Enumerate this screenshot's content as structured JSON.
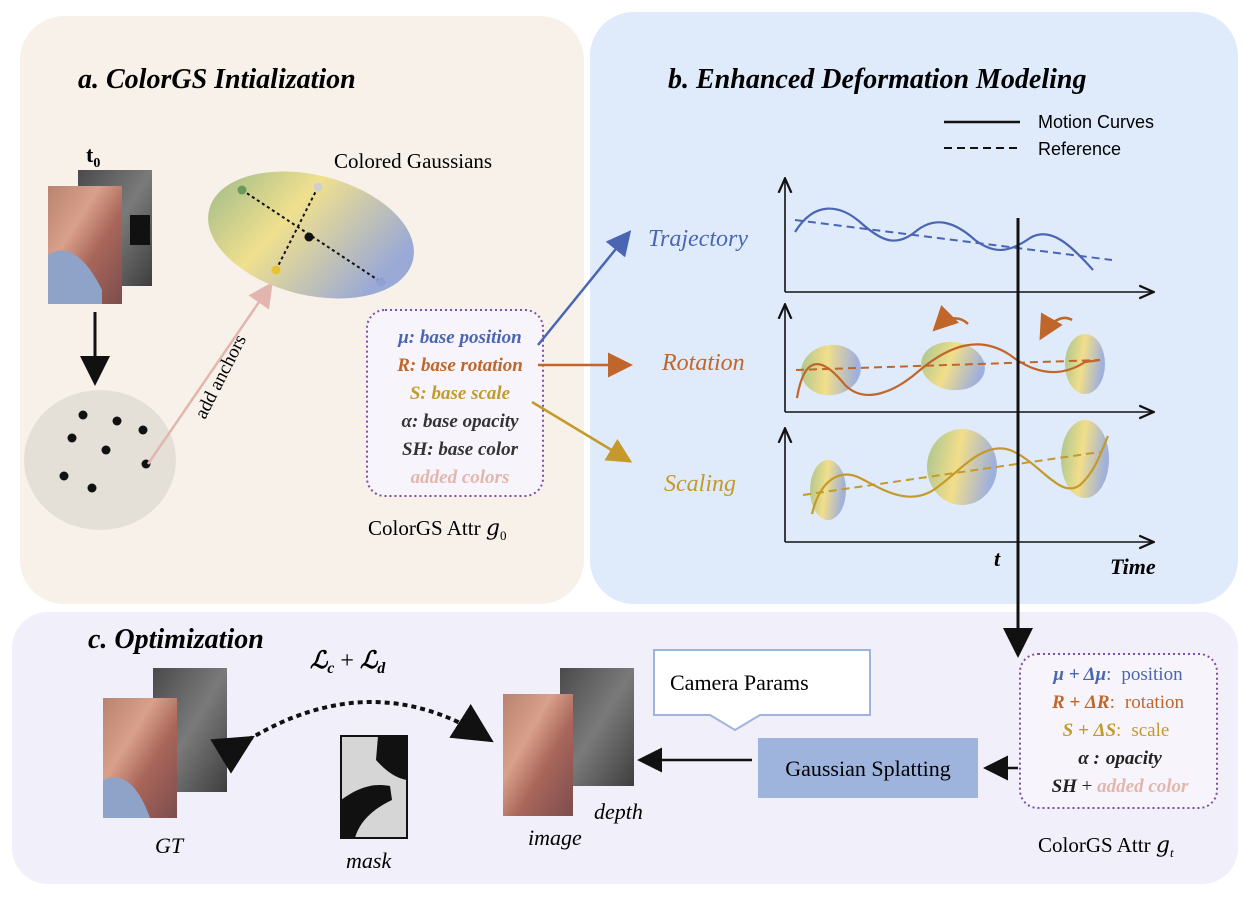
{
  "panel_a": {
    "title": "a. ColorGS Intialization",
    "t0_label": "t",
    "t0_sub": "0",
    "colored_gaussians": "Colored Gaussians",
    "add_anchors": "add anchors",
    "attr_items": [
      "μ: base position",
      "R: base rotation",
      "S: base scale",
      "α: base opacity",
      "SH: base color",
      "added colors"
    ],
    "attr_caption_text": "ColorGS Attr ",
    "attr_caption_sym": "g",
    "attr_caption_sub": "0"
  },
  "panel_b": {
    "title": "b. Enhanced Deformation Modeling",
    "legend_solid": "Motion Curves",
    "legend_dashed": "Reference",
    "rows": [
      "Trajectory",
      "Rotation",
      "Scaling"
    ],
    "t_label": "t",
    "time_label": "Time"
  },
  "panel_c": {
    "title": "c. Optimization",
    "loss_a": "ℒ",
    "loss_a_sub": "c",
    "loss_plus": " + ",
    "loss_b": "ℒ",
    "loss_b_sub": "d",
    "gt_label": "GT",
    "mask_label": "mask",
    "image_label": "image",
    "depth_label": "depth",
    "camera_params": "Camera Params",
    "gaussian_splatting": "Gaussian Splatting",
    "attr_t_items": [
      {
        "expr": "μ + Δμ",
        "sep": ":",
        "text": "position"
      },
      {
        "expr": "R + ΔR",
        "sep": ":",
        "text": "rotation"
      },
      {
        "expr": "S + ΔS",
        "sep": ":",
        "text": "scale"
      },
      {
        "expr": "α",
        "sep": " :",
        "text": "opacity"
      },
      {
        "expr": "SH",
        "sep": " + ",
        "text": "added color"
      }
    ],
    "attr_caption_text": "ColorGS Attr ",
    "attr_caption_sym": "g",
    "attr_caption_sub": "t"
  },
  "colors": {
    "panel_a_bg": "#f7f1ea",
    "panel_b_bg": "#dfeafb",
    "panel_c_bg": "#f1effa",
    "blue": "#4a66b3",
    "orange": "#c0662a",
    "gold": "#c49a2a",
    "pink": "#e2b6ae",
    "dark": "#222222",
    "purple_border": "#7b4fa8",
    "splat_box": "#9fb4dc"
  }
}
